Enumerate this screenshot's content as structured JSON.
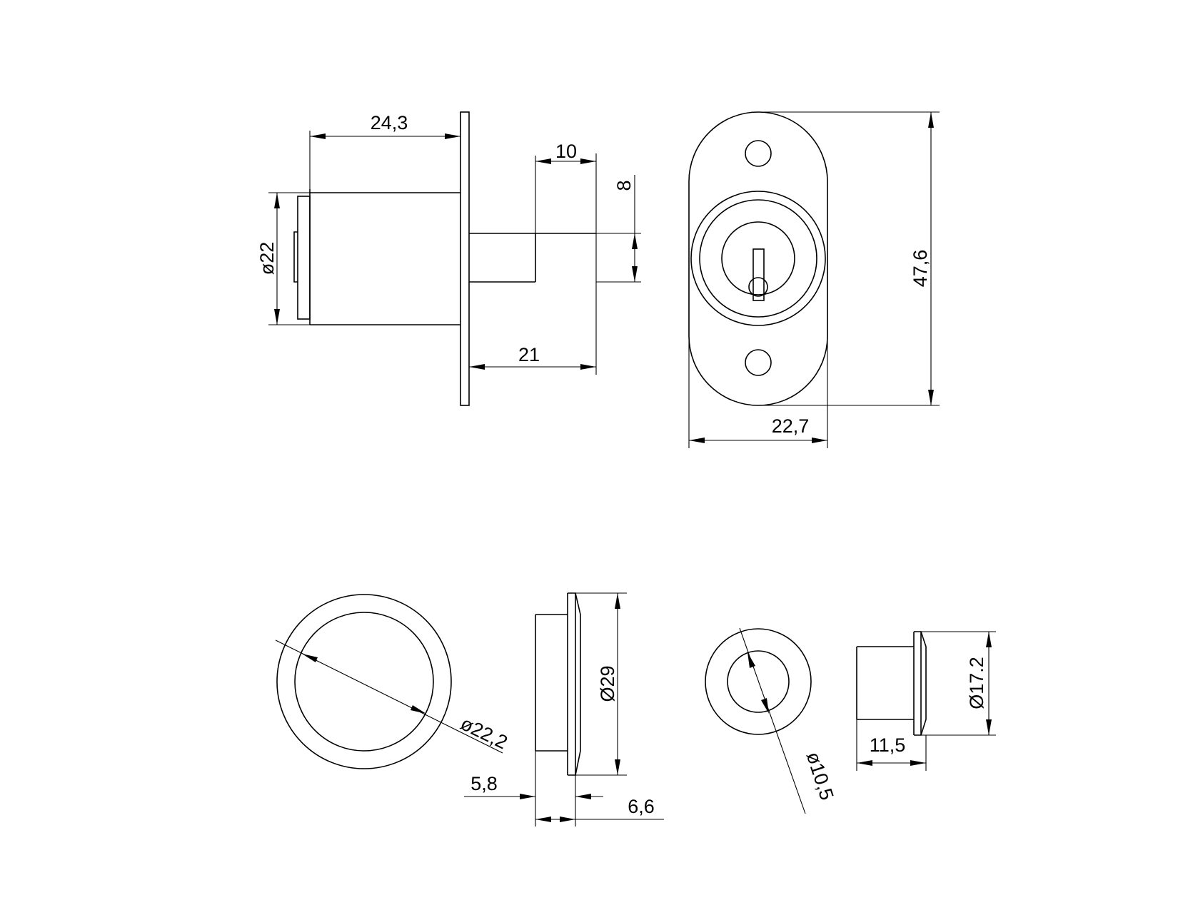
{
  "drawing": {
    "colors": {
      "line": "#000000",
      "background": "#ffffff"
    },
    "side_view": {
      "dim_body_length": "24,3",
      "dim_body_diameter": "ø22",
      "dim_bolt_width": "10",
      "dim_bolt_height": "8",
      "dim_bolt_projection": "21"
    },
    "front_view": {
      "dim_height": "47,6",
      "dim_width": "22,7"
    },
    "ring_detail": {
      "dim_inner_diameter": "ø22,2",
      "dim_outer_diameter": "Ø29",
      "dim_body_thickness": "5,8",
      "dim_flange_thickness": "6,6"
    },
    "bushing_detail": {
      "dim_bore": "ø10,5",
      "dim_outer_diameter": "Ø17.2",
      "dim_length": "11,5"
    }
  }
}
